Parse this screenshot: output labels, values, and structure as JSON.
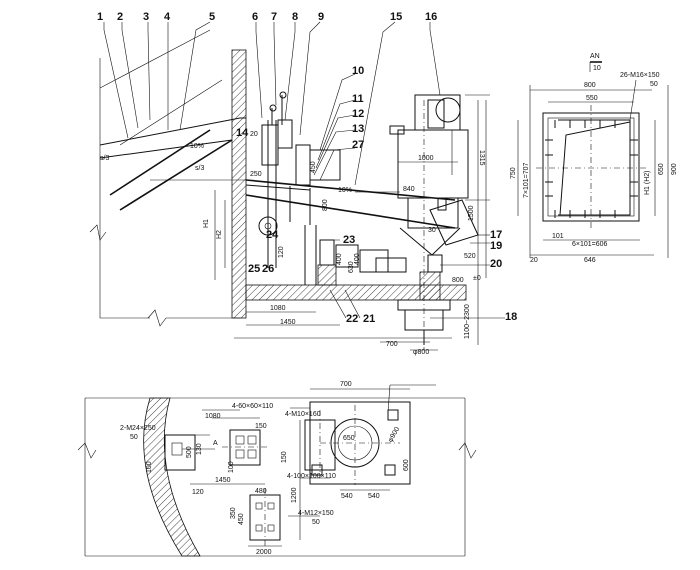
{
  "callouts": [
    "1",
    "2",
    "3",
    "4",
    "5",
    "6",
    "7",
    "8",
    "9",
    "10",
    "11",
    "12",
    "13",
    "14",
    "15",
    "16",
    "17",
    "18",
    "19",
    "20",
    "21",
    "22",
    "23",
    "24",
    "25",
    "26",
    "27"
  ],
  "section_mark": {
    "label": "AN",
    "ref": "10"
  },
  "top_dims": {
    "s3_a": "s/3",
    "slope_10pct": "10%",
    "s3_b": "s/3",
    "slope_10pct_b": "10%",
    "d20": "20",
    "d250": "250",
    "h1": "H1",
    "h2": "H2",
    "d1080": "1080",
    "d1450": "1450",
    "d450": "450",
    "d800_a": "800",
    "d1000": "1000",
    "d840": "840",
    "d1315": "1315",
    "d1500": "1500",
    "d520": "520",
    "d400_a": "400",
    "d630": "630",
    "d400_b": "400",
    "d800_b": "800",
    "d700": "700",
    "phi800": "φ800",
    "d1100_2300": "1100~2300",
    "d0": "±0",
    "d30": "30",
    "d120": "120"
  },
  "detail_dims": {
    "d800": "800",
    "d550": "550",
    "bolts": "26-M16×150",
    "d50": "50",
    "d750": "750",
    "v7x101": "7×101=707",
    "d650": "650",
    "d900": "900",
    "h1h2": "H1 (H2)",
    "d101": "101",
    "h6x101": "6×101=606",
    "d20": "20",
    "d646": "646"
  },
  "plan_dims": {
    "d700": "700",
    "bolts_4_60": "4-60×60×110",
    "bolts_4_m10": "4-M10×160",
    "d1080": "1080",
    "bolts_2_m24": "2-M24×250",
    "d50": "50",
    "d150": "150",
    "d500": "500",
    "mark_a": "A",
    "d1450": "1450",
    "d120": "120",
    "d100_a": "100",
    "d130": "130",
    "d100_b": "100",
    "holes_4_100": "4-100×100×110",
    "d1200": "1200",
    "d540_a": "540",
    "d540_b": "540",
    "phi900": "φ900",
    "d600": "600",
    "d650": "650",
    "d150_b": "150",
    "d480": "480",
    "d450": "450",
    "d350": "350",
    "bolts_4_m12": "4-M12×150",
    "d50_b": "50",
    "d2000": "2000"
  }
}
